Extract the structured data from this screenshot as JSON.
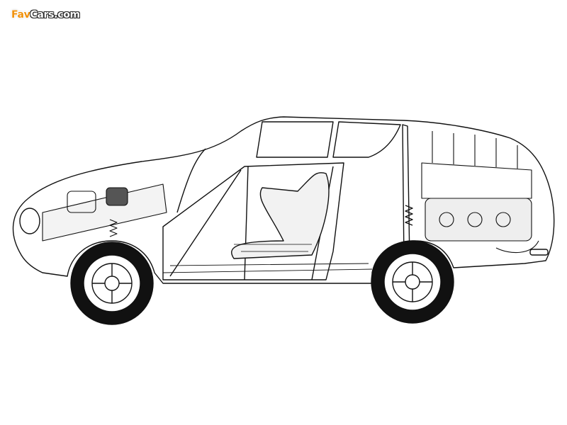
{
  "watermark": {
    "brand_part1": "Fav",
    "brand_part2": "Cars.com",
    "accent_color": "#f0900a"
  },
  "illustration": {
    "subject": "car-cutaway-drawing",
    "line_color": "#111111"
  }
}
